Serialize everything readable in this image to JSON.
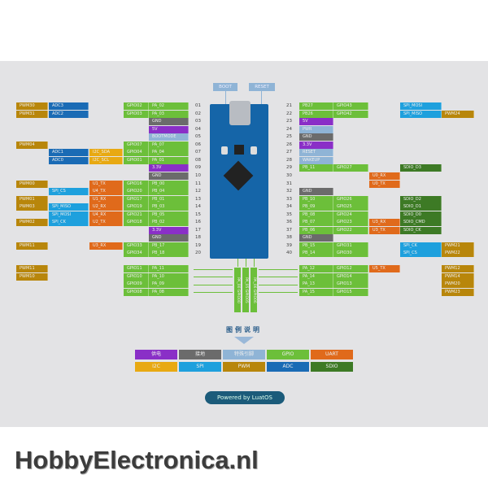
{
  "board": {
    "boot_label": "BOOT",
    "reset_label": "RESET"
  },
  "left_rows": [
    {
      "pin": "01",
      "pwm": "PWM30",
      "c2": {
        "t": "ADC3",
        "k": "adc"
      },
      "gpio": "GPIO02",
      "pa": "PA_02"
    },
    {
      "pin": "02",
      "pwm": "PWM31",
      "c2": {
        "t": "ADC2",
        "k": "adc"
      },
      "gpio": "GPIO03",
      "pa": "PA_03"
    },
    {
      "pin": "03",
      "power": {
        "t": "GND",
        "k": "gnd"
      }
    },
    {
      "pin": "04",
      "power": {
        "t": "5V",
        "k": "power"
      }
    },
    {
      "pin": "05",
      "power": {
        "t": "BOOTMODE",
        "k": "special"
      }
    },
    {
      "pin": "06",
      "pwm": "PWM04",
      "gpio": "GPIO07",
      "pa": "PA_07"
    },
    {
      "pin": "07",
      "c2": {
        "t": "ADC1",
        "k": "adc"
      },
      "c3": {
        "t": "I2C_SDA",
        "k": "i2c"
      },
      "gpio": "GPIO04",
      "pa": "PA_04"
    },
    {
      "pin": "08",
      "c2": {
        "t": "ADC0",
        "k": "adc"
      },
      "c3": {
        "t": "I2C_SCL",
        "k": "i2c"
      },
      "gpio": "GPIO01",
      "pa": "PA_01"
    },
    {
      "pin": "09",
      "power": {
        "t": "3.3V",
        "k": "power"
      }
    },
    {
      "pin": "10",
      "power": {
        "t": "GND",
        "k": "gnd"
      }
    },
    {
      "pin": "11",
      "pwm": "PWM00",
      "c3": {
        "t": "U1_TX",
        "k": "uart"
      },
      "gpio": "GPIO16",
      "pa": "PB_00"
    },
    {
      "pin": "12",
      "c2": {
        "t": "SPI_CS",
        "k": "spi"
      },
      "c3": {
        "t": "U4_TX",
        "k": "uart"
      },
      "gpio": "GPIO20",
      "pa": "PB_04"
    },
    {
      "pin": "13",
      "pwm": "PWM01",
      "c3": {
        "t": "U1_RX",
        "k": "uart"
      },
      "gpio": "GPIO17",
      "pa": "PB_01"
    },
    {
      "pin": "14",
      "pwm": "PWM03",
      "c2": {
        "t": "SPI_MISO",
        "k": "spi"
      },
      "c3": {
        "t": "U2_RX",
        "k": "uart"
      },
      "gpio": "GPIO19",
      "pa": "PB_03"
    },
    {
      "pin": "15",
      "c2": {
        "t": "SPI_MOSI",
        "k": "spi"
      },
      "c3": {
        "t": "U4_RX",
        "k": "uart"
      },
      "gpio": "GPIO21",
      "pa": "PB_05"
    },
    {
      "pin": "16",
      "pwm": "PWM02",
      "c2": {
        "t": "SPI_CK",
        "k": "spi"
      },
      "c3": {
        "t": "U2_TX",
        "k": "uart"
      },
      "gpio": "GPIO18",
      "pa": "PB_02"
    },
    {
      "pin": "17",
      "power": {
        "t": "3.3V",
        "k": "power"
      }
    },
    {
      "pin": "18",
      "power": {
        "t": "GND",
        "k": "gnd"
      }
    },
    {
      "pin": "19",
      "pwm": "PWM11",
      "c3": {
        "t": "U3_RX",
        "k": "uart"
      },
      "gpio": "GPIO33",
      "pa": "PB_17"
    },
    {
      "pin": "20",
      "gpio": "GPIO34",
      "pa": "PB_18"
    }
  ],
  "left_bottom": [
    {
      "pwm": "PWM11",
      "gpio": "GPIO11",
      "pa": "PA_11"
    },
    {
      "pwm": "PWM10",
      "gpio": "GPIO10",
      "pa": "PA_10"
    },
    {
      "gpio": "GPIO09",
      "pa": "PA_09"
    },
    {
      "gpio": "GPIO08",
      "pa": "PA_08"
    }
  ],
  "right_rows": [
    {
      "pin": "21",
      "pa": "PB27",
      "gpio": "GPIO43",
      "c4": {
        "t": "SPI_MOSI",
        "k": "spi"
      }
    },
    {
      "pin": "22",
      "pa": "PB26",
      "gpio": "GPIO42",
      "c4": {
        "t": "SPI_MISO",
        "k": "spi"
      },
      "pwm": "PWM24"
    },
    {
      "pin": "23",
      "power": {
        "t": "5V",
        "k": "power"
      }
    },
    {
      "pin": "24",
      "power": {
        "t": "PWR",
        "k": "special"
      }
    },
    {
      "pin": "25",
      "power": {
        "t": "GND",
        "k": "gnd"
      }
    },
    {
      "pin": "26",
      "power": {
        "t": "3.3V",
        "k": "power"
      }
    },
    {
      "pin": "27",
      "power": {
        "t": "RESET",
        "k": "special"
      }
    },
    {
      "pin": "28",
      "power": {
        "t": "WAKEUP",
        "k": "special"
      }
    },
    {
      "pin": "29",
      "pa": "PB_11",
      "gpio": "GPIO27",
      "c4": {
        "t": "SDIO_D3",
        "k": "sdio"
      }
    },
    {
      "pin": "30",
      "c3": {
        "t": "U0_RX",
        "k": "uart"
      }
    },
    {
      "pin": "31",
      "c3": {
        "t": "U0_TX",
        "k": "uart"
      }
    },
    {
      "pin": "32",
      "power": {
        "t": "GND",
        "k": "gnd"
      }
    },
    {
      "pin": "33",
      "pa": "PB_10",
      "gpio": "GPIO26",
      "c4": {
        "t": "SDIO_D2",
        "k": "sdio"
      }
    },
    {
      "pin": "34",
      "pa": "PB_09",
      "gpio": "GPIO25",
      "c4": {
        "t": "SDIO_D1",
        "k": "sdio"
      }
    },
    {
      "pin": "35",
      "pa": "PB_08",
      "gpio": "GPIO24",
      "c4": {
        "t": "SDIO_D0",
        "k": "sdio"
      }
    },
    {
      "pin": "36",
      "pa": "PB_07",
      "gpio": "GPIO23",
      "c3": {
        "t": "U3_RX",
        "k": "uart"
      },
      "c4": {
        "t": "SDIO_CMD",
        "k": "sdio"
      }
    },
    {
      "pin": "37",
      "pa": "PB_06",
      "gpio": "GPIO22",
      "c3": {
        "t": "U3_TX",
        "k": "uart"
      },
      "c4": {
        "t": "SDIO_CK",
        "k": "sdio"
      }
    },
    {
      "pin": "38",
      "power": {
        "t": "GND",
        "k": "gnd"
      }
    },
    {
      "pin": "39",
      "pa": "PB_15",
      "gpio": "GPIO31",
      "c4": {
        "t": "SPI_CK",
        "k": "spi"
      },
      "pwm": "PWM21"
    },
    {
      "pin": "40",
      "pa": "PB_14",
      "gpio": "GPIO30",
      "c4": {
        "t": "SPI_CS",
        "k": "spi"
      },
      "pwm": "PWM22"
    }
  ],
  "right_bottom": [
    {
      "pa": "PA_12",
      "gpio": "GPIO12",
      "c3": {
        "t": "U5_TX",
        "k": "uart"
      },
      "pwm": "PWM12"
    },
    {
      "pa": "PA_14",
      "gpio": "GPIO14",
      "pwm": "PWM14"
    },
    {
      "pa": "PA_13",
      "gpio": "GPIO13",
      "pwm": "PWM20"
    },
    {
      "pa": "PA_15",
      "gpio": "GPIO15",
      "pwm": "PWM23"
    }
  ],
  "bottom_vertical": [
    "PA_00 GPIO00",
    "PA_05 GPIO05",
    "PA_06 GPIO06"
  ],
  "legend": {
    "title": "图例说明",
    "items": [
      {
        "t": "供电",
        "k": "power"
      },
      {
        "t": "接地",
        "k": "gnd"
      },
      {
        "t": "特殊引脚",
        "k": "special"
      },
      {
        "t": "GPIO",
        "k": "gpio"
      },
      {
        "t": "UART",
        "k": "uart"
      },
      {
        "t": "I2C",
        "k": "i2c"
      },
      {
        "t": "SPI",
        "k": "spi"
      },
      {
        "t": "PWM",
        "k": "pwm"
      },
      {
        "t": "ADC",
        "k": "adc"
      },
      {
        "t": "SDIO",
        "k": "sdio"
      }
    ]
  },
  "powered_by": "Powered by LuatOS",
  "watermark": "HobbyElectronica.nl"
}
